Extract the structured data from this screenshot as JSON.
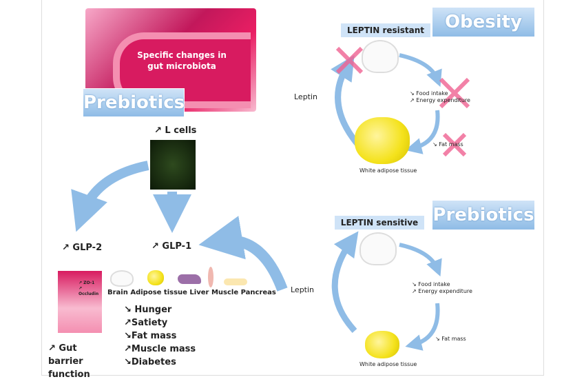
{
  "left": {
    "gut_text": "Specific changes in gut microbiota",
    "prebiotics_label": "Prebiotics",
    "l_cells": "↗ L cells",
    "glp2": "↗ GLP-2",
    "glp1": "↗ GLP-1",
    "gut_inset": [
      "↗ ZO-1",
      "↗ Occludin"
    ],
    "organs": [
      "Brain",
      "Adipose tissue",
      "Liver",
      "Muscle",
      "Pancreas"
    ],
    "effects": [
      "↘ Hunger",
      "↗Satiety",
      "↘Fat mass",
      "↗Muscle mass",
      "↘Diabetes"
    ],
    "gut_barrier": "↗ Gut barrier function"
  },
  "top_right": {
    "title": "Obesity",
    "state": "LEPTIN resistant",
    "leptin": "Leptin",
    "food_intake": "↘ Food intake",
    "energy": "↗ Energy expenditure",
    "fat_mass": "↘ Fat mass",
    "tissue": "White adipose tissue"
  },
  "bottom_right": {
    "title": "Prebiotics",
    "state": "LEPTIN sensitive",
    "leptin": "Leptin",
    "food_intake": "↘ Food intake",
    "energy": "↗ Energy expenditure",
    "fat_mass": "↘ Fat mass",
    "tissue": "White adipose tissue"
  },
  "colors": {
    "arrow": "#8fbce6",
    "cross": "#f06292",
    "fat": "#f4e21c"
  }
}
